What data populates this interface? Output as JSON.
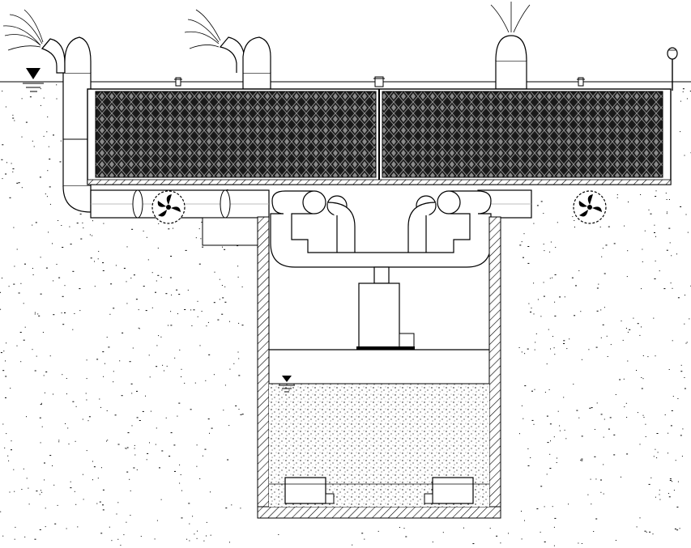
{
  "drawing": {
    "subject": "",
    "icons": [
      "water-level-marker-icon",
      "fan-impeller-icon",
      "nozzle-spray-icon",
      "vent-cap-icon",
      "valve-icon",
      "float-switch-icon"
    ]
  },
  "components": {
    "module_blocks": 2,
    "fans": 2,
    "spray_nozzles": 2,
    "tank_pumps": 2,
    "water_level_markers": 2
  }
}
